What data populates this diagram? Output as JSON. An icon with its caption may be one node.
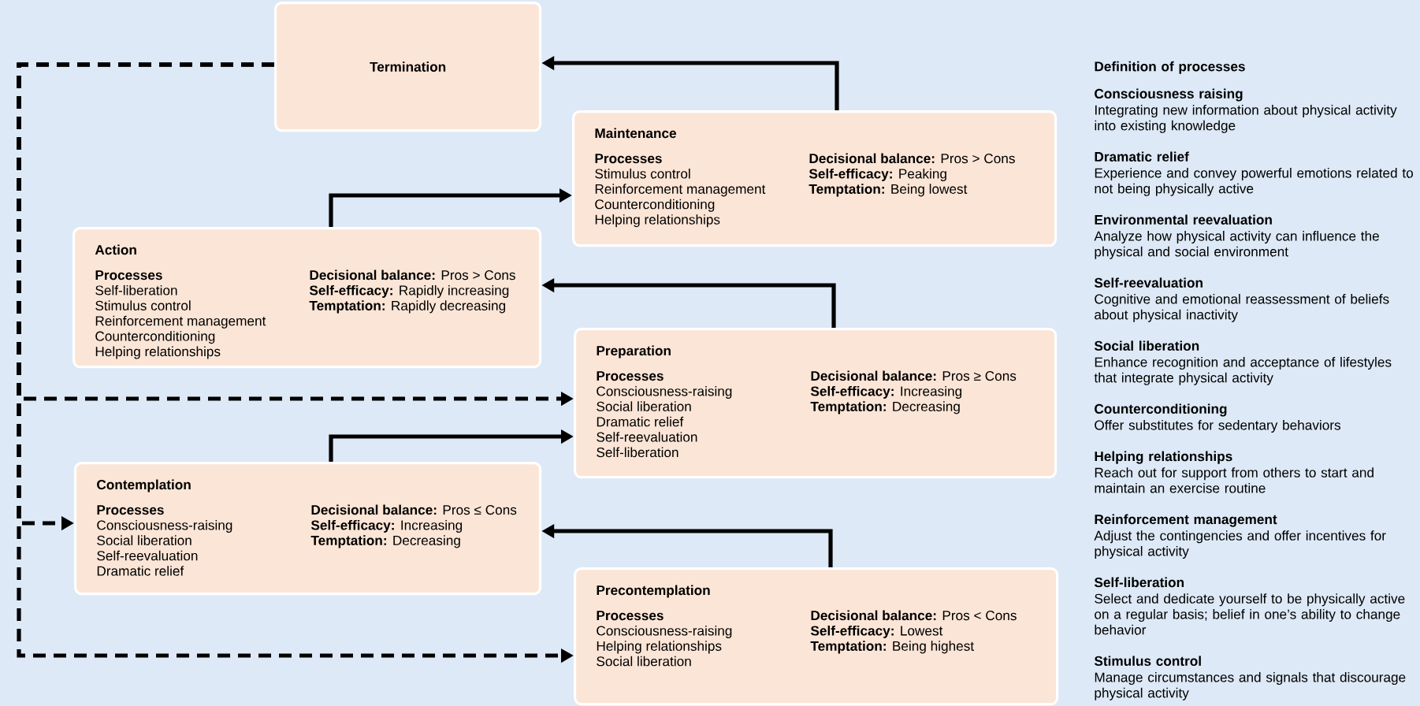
{
  "diagram": {
    "nodes": [
      {
        "text": [
          "Termination"
        ]
      },
      {
        "text": [
          "Maintenance",
          "Processes",
          "Stimulus control",
          "Reinforcement management",
          "Counterconditioning",
          "Helping relationships",
          "**Decisional balance:** Pros > Cons",
          "**Self-efficacy:** Peaking",
          "**Temptation:** Being lowest"
        ]
      },
      {
        "text": [
          "Action",
          "Processes",
          "Self-liberation",
          "Stimulus control",
          "Reinforcement management",
          "Counterconditioning",
          "Helping relationships",
          "**Decisional balance:** Pros > Cons",
          "**Self-efficacy:** Rapidly increasing",
          "**Temptation:** Rapidly decreasing"
        ]
      },
      {
        "text": [
          "Preparation",
          "Processes",
          "Consciousness-raising",
          "Social liberation",
          "Dramatic relief",
          "Self-reevaluation",
          "Self-liberation",
          "**Decisional balance:** Pros ≥ Cons",
          "**Self-efficacy:** Increasing",
          "**Temptation:** Decreasing"
        ]
      },
      {
        "text": [
          "Contemplation",
          "Processes",
          "Consciousness-raising",
          "Social liberation",
          "Self-reevaluation",
          "Dramatic relief",
          "**Decisional balance:** Pros ≤ Cons",
          "**Self-efficacy:** Increasing",
          "**Temptation:** Decreasing"
        ]
      },
      {
        "text": [
          "Precontemplation",
          "Processes",
          "Consciousness-raising",
          "Helping relationships",
          "Social liberation",
          "**Decisional balance:** Pros < Cons",
          "**Self-efficacy:** Lowest",
          "**Temptation:** Being highest"
        ]
      }
    ],
    "edges": [
      {
        "from": 1,
        "to": 0,
        "arrow": "to"
      },
      {
        "from": 2,
        "to": 1,
        "arrow": "to"
      },
      {
        "from": 3,
        "to": 2,
        "arrow": "to"
      },
      {
        "from": 4,
        "to": 3,
        "arrow": "to"
      },
      {
        "from": 5,
        "to": 4,
        "arrow": "to"
      },
      {
        "from": 0,
        "to": 3,
        "arrow": "to",
        "style": "dashed"
      },
      {
        "from": 0,
        "to": 4,
        "arrow": "to",
        "style": "dashed"
      },
      {
        "from": 0,
        "to": 5,
        "arrow": "to",
        "style": "dashed"
      }
    ],
    "labels": [
      "Definition of processes",
      "Consciousness raising",
      "Integrating new information about physical activity into existing knowledge",
      "Dramatic relief",
      "Experience and convey powerful emotions related to not being physically active",
      "Environmental reevaluation",
      "Analyze how physical activity can influence the physical and social environment",
      "Self-reevaluation",
      "Cognitive and emotional reassessment of beliefs about physical inactivity",
      "Social liberation",
      "Enhance recognition and acceptance of lifestyles that integrate physical activity",
      "Counterconditioning",
      "Offer substitutes for sedentary behaviors",
      "Helping relationships",
      "Reach out for support from others to start and maintain an exercise routine",
      "Reinforcement management",
      "Adjust the contingencies and offer incentives for physical activity",
      "Self-liberation",
      "Select and dedicate yourself to be physically active on a regular basis; belief in one’s ability to change behavior",
      "Stimulus control",
      "Manage circumstances and signals that discourage physical activity"
    ]
  }
}
